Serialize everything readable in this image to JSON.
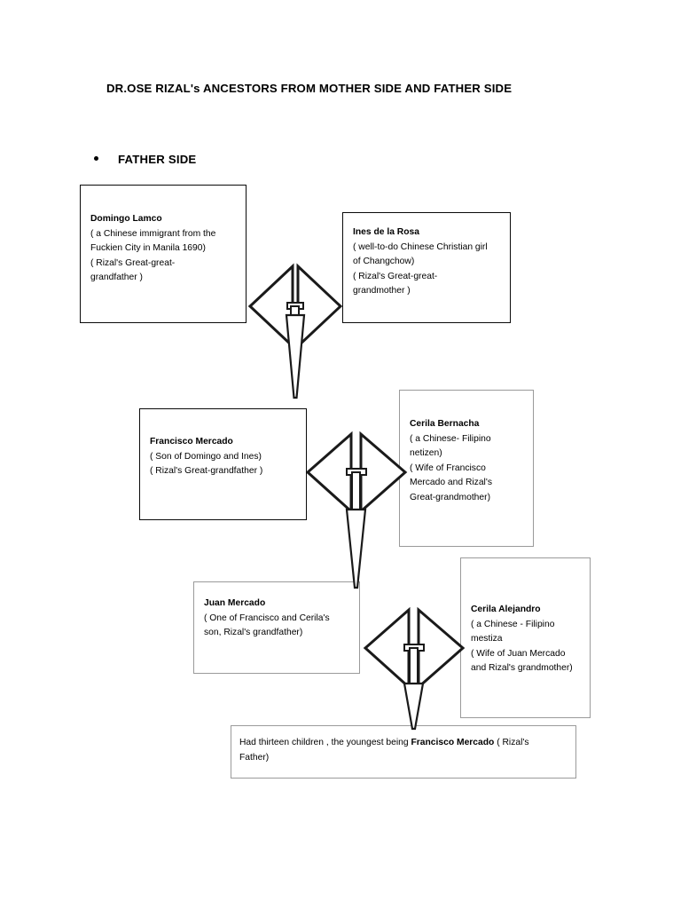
{
  "document": {
    "title": "DR.OSE RIZAL's ANCESTORS FROM MOTHER SIDE AND FATHER SIDE",
    "section_bullet_label": "FATHER SIDE",
    "bullet_glyph": "bullet-dot",
    "colors": {
      "text": "#000000",
      "page_background": "#ffffff",
      "box_border_thick": "#0a0a0a",
      "box_border_thin": "#9a9a9a",
      "arrow_stroke": "#1a1a1a",
      "arrow_fill": "#ffffff"
    }
  },
  "nodes": {
    "domingo": {
      "name": "Domingo Lamco",
      "line1": "( a Chinese immigrant from the",
      "line2": "Fuckien City in Manila 1690)",
      "line3": "( Rizal's Great-great-",
      "line4": "grandfather )"
    },
    "ines": {
      "name": "Ines de la Rosa",
      "line1": "( well-to-do Chinese Christian girl",
      "line2": "of Changchow)",
      "line3": "( Rizal's Great-great-",
      "line4": "grandmother )"
    },
    "francisco": {
      "name": "Francisco Mercado",
      "line1": "( Son of Domingo and Ines)",
      "line2": "( Rizal's Great-grandfather )"
    },
    "bernacha": {
      "name": "Cerila Bernacha",
      "line1": "( a Chinese- Filipino",
      "line2": "netizen)",
      "line3": "( Wife of Francisco",
      "line4": "Mercado and Rizal's",
      "line5": "Great-grandmother)"
    },
    "juan": {
      "name": "Juan Mercado",
      "line1": "( One of Francisco and Cerila's",
      "line2": "son, Rizal's grandfather)"
    },
    "alejandro": {
      "name": "Cerila Alejandro",
      "line1": "( a Chinese - Filipino",
      "line2": "mestiza",
      "line3": "( Wife of Juan Mercado",
      "line4": "and Rizal's grandmother)"
    },
    "children": {
      "text_before": "Had thirteen children , the youngest being ",
      "text_bold": "Francisco Mercado",
      "text_after": " ( Rizal's",
      "line2": "Father)"
    }
  },
  "arrows": [
    {
      "id": "arrow-group-1",
      "from_left": "domingo",
      "from_right": "ines",
      "to_below": "francisco",
      "type": "double-headed-horizontal-with-down-arrow"
    },
    {
      "id": "arrow-group-2",
      "from_left": "francisco",
      "from_right": "bernacha",
      "to_below": "juan",
      "type": "double-headed-horizontal-with-down-arrow"
    },
    {
      "id": "arrow-group-3",
      "from_left": "juan",
      "from_right": "alejandro",
      "to_below": "children",
      "type": "double-headed-horizontal-with-down-arrow"
    }
  ]
}
